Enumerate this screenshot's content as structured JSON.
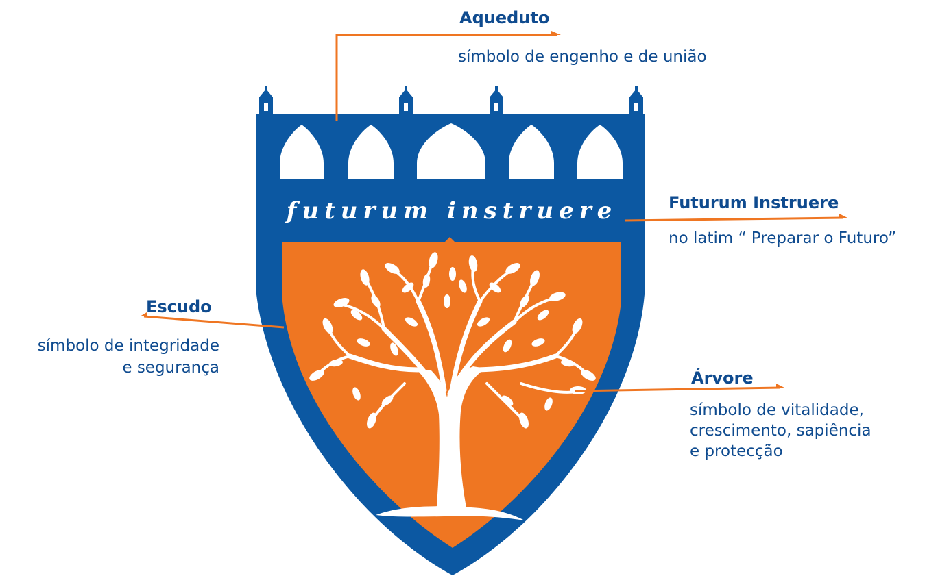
{
  "colors": {
    "blue": "#0c58a2",
    "orange": "#ef7622",
    "text_blue": "#0f4b8f",
    "white": "#ffffff"
  },
  "motto": "futurum instruere",
  "callouts": {
    "aqueduto": {
      "title": "Aqueduto",
      "description": "símbolo de engenho e de união"
    },
    "futurum": {
      "title": "Futurum Instruere",
      "description": "no latim “ Preparar o Futuro”"
    },
    "escudo": {
      "title": "Escudo",
      "description_lines": [
        "símbolo de integridade",
        "e segurança"
      ]
    },
    "arvore": {
      "title": "Árvore",
      "description_lines": [
        "símbolo de vitalidade,",
        "crescimento, sapiência",
        "e protecção"
      ]
    }
  }
}
